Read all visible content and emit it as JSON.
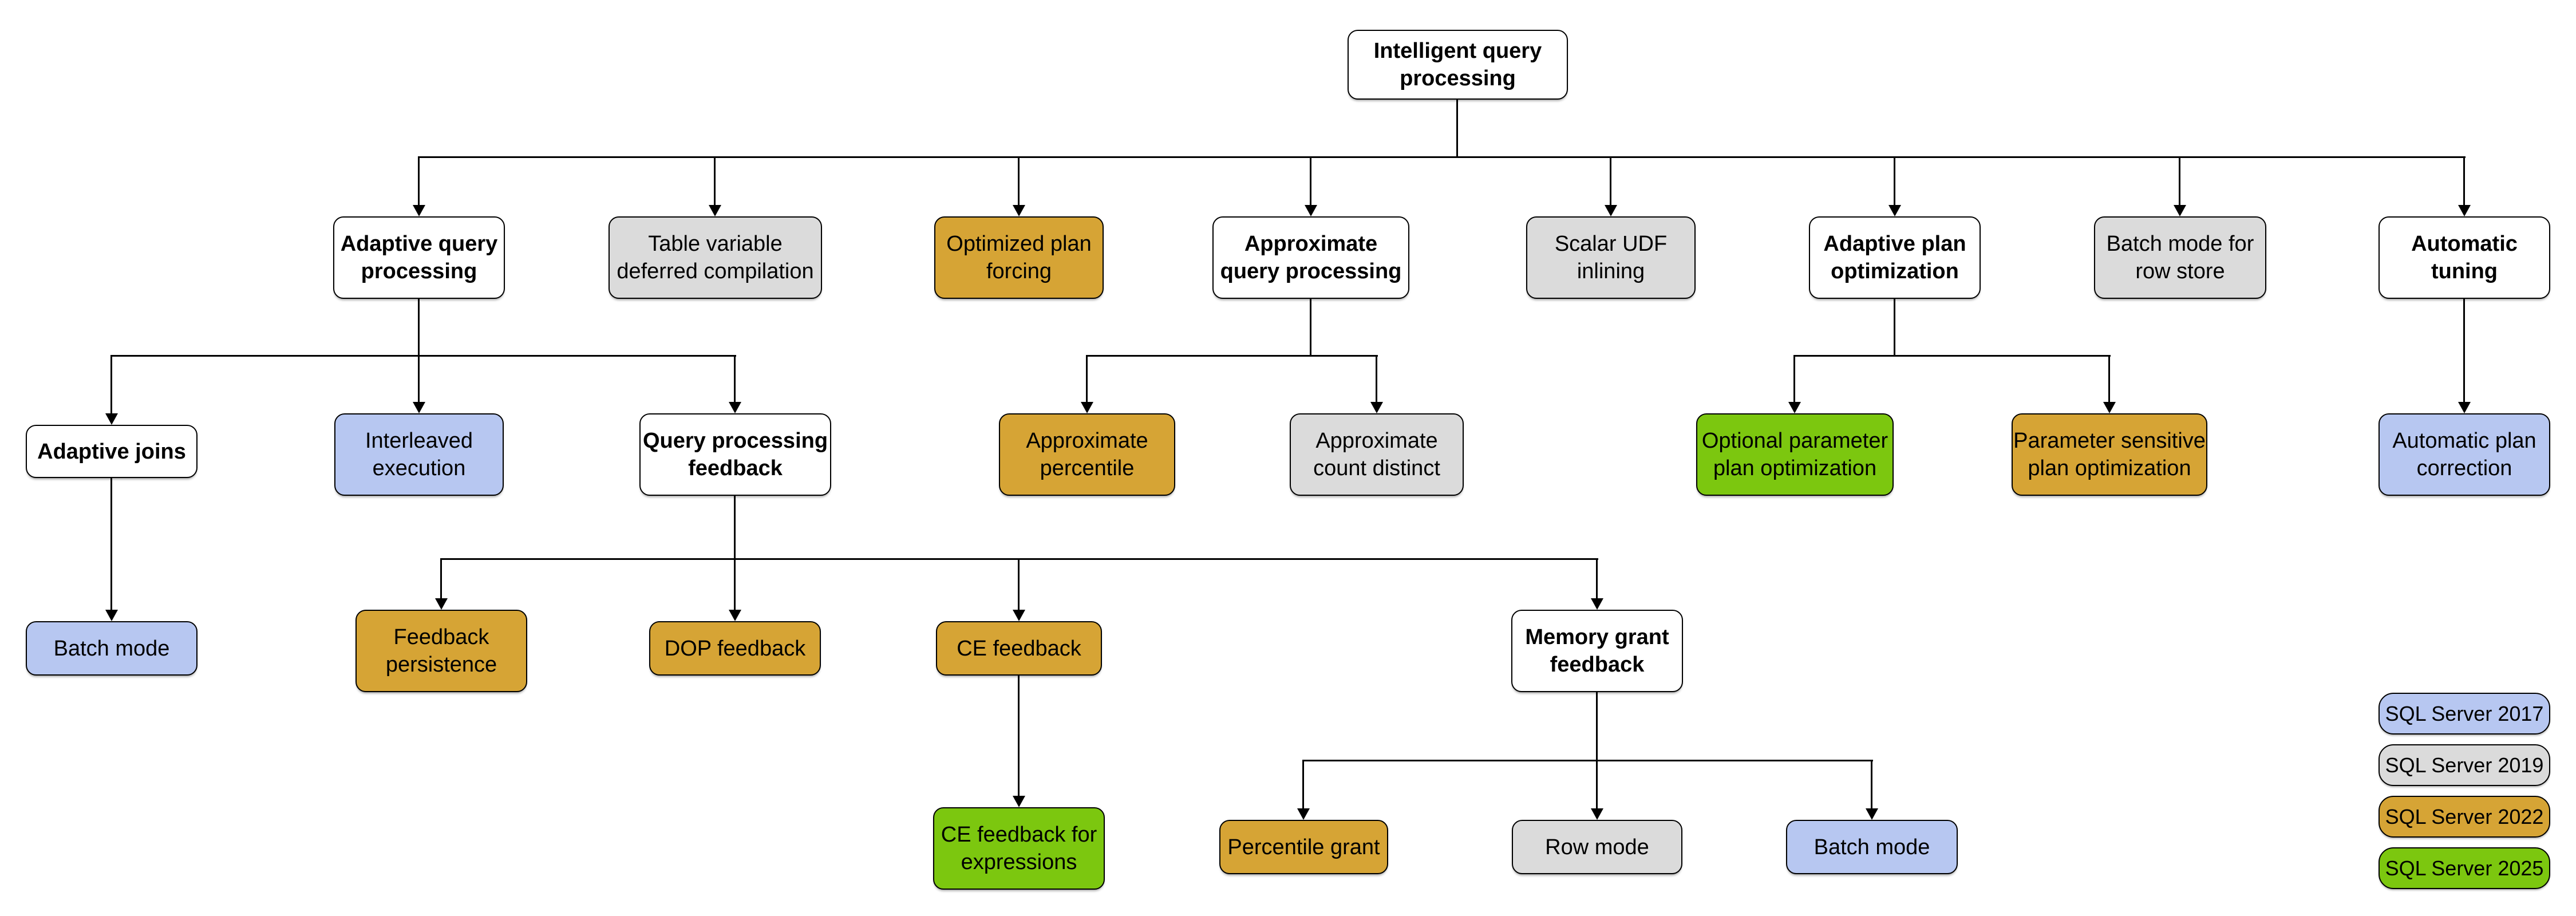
{
  "colors": {
    "group": "#FFFFFF",
    "sql2017": "#B7C7F1",
    "sql2019": "#DBDBDB",
    "sql2022": "#D6A435",
    "sql2025": "#7CC70F",
    "outline": "#000000",
    "connector": "#000000"
  },
  "nodes": {
    "root": {
      "label": "Intelligent query\nprocessing"
    },
    "adaptive_query_processing": {
      "label": "Adaptive query\nprocessing"
    },
    "table_variable_deferred_compilation": {
      "label": "Table variable\ndeferred compilation"
    },
    "optimized_plan_forcing": {
      "label": "Optimized plan\nforcing"
    },
    "approximate_query_processing": {
      "label": "Approximate\nquery processing"
    },
    "scalar_udf_inlining": {
      "label": "Scalar UDF\ninlining"
    },
    "adaptive_plan_optimization": {
      "label": "Adaptive plan\noptimization"
    },
    "batch_mode_row_store": {
      "label": "Batch mode for\nrow store"
    },
    "automatic_tuning": {
      "label": "Automatic\ntuning"
    },
    "adaptive_joins": {
      "label": "Adaptive joins"
    },
    "interleaved_execution": {
      "label": "Interleaved\nexecution"
    },
    "query_processing_feedback": {
      "label": "Query processing\nfeedback"
    },
    "approximate_percentile": {
      "label": "Approximate\npercentile"
    },
    "approximate_count_distinct": {
      "label": "Approximate\ncount distinct"
    },
    "optional_parameter_plan_optimization": {
      "label": "Optional parameter\nplan optimization"
    },
    "parameter_sensitive_plan_optimization": {
      "label": "Parameter sensitive\nplan optimization"
    },
    "automatic_plan_correction": {
      "label": "Automatic plan\ncorrection"
    },
    "batch_mode_adaptive_joins": {
      "label": "Batch mode"
    },
    "feedback_persistence": {
      "label": "Feedback\npersistence"
    },
    "dop_feedback": {
      "label": "DOP feedback"
    },
    "ce_feedback": {
      "label": "CE feedback"
    },
    "memory_grant_feedback": {
      "label": "Memory grant\nfeedback"
    },
    "ce_feedback_for_expressions": {
      "label": "CE feedback for\nexpressions"
    },
    "percentile_grant": {
      "label": "Percentile grant"
    },
    "row_mode": {
      "label": "Row mode"
    },
    "batch_mode_memory_grant": {
      "label": "Batch mode"
    }
  },
  "legend": {
    "items": [
      {
        "label": "SQL Server 2017",
        "version": "sql2017"
      },
      {
        "label": "SQL Server 2019",
        "version": "sql2019"
      },
      {
        "label": "SQL Server 2022",
        "version": "sql2022"
      },
      {
        "label": "SQL Server 2025",
        "version": "sql2025"
      }
    ]
  }
}
